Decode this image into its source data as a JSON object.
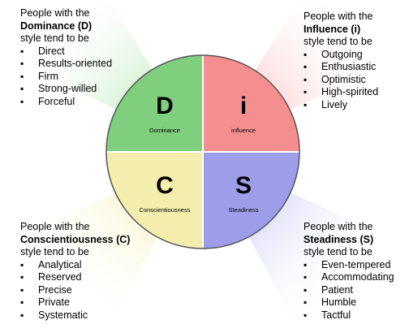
{
  "colors": {
    "dominance": "#7fcf7f",
    "influence": "#f58f8f",
    "conscientiousness": "#f3eeae",
    "steadiness": "#9d9de9",
    "circle_outline": "#555555"
  },
  "quadrants": {
    "d": {
      "letter": "D",
      "label": "Dominance"
    },
    "i": {
      "letter": "i",
      "label": "influence"
    },
    "c": {
      "letter": "C",
      "label": "Conscientiousness"
    },
    "s": {
      "letter": "S",
      "label": "Steadiness"
    }
  },
  "blocks": {
    "d": {
      "line1": "People with the",
      "style_name": "Dominance (D)",
      "line3": "style tend to be",
      "traits": [
        "Direct",
        "Results-oriented",
        "Firm",
        "Strong-willed",
        "Forceful"
      ]
    },
    "i": {
      "line1": "People with the",
      "style_name": "Influence (i)",
      "line3": "style tend to be",
      "traits": [
        "Outgoing",
        "Enthusiastic",
        "Optimistic",
        "High-spirited",
        "Lively"
      ]
    },
    "c": {
      "line1": "People with the",
      "style_name": "Conscientiousness (C)",
      "line3": "style tend to be",
      "traits": [
        "Analytical",
        "Reserved",
        "Precise",
        "Private",
        "Systematic"
      ]
    },
    "s": {
      "line1": "People with the",
      "style_name": "Steadiness (S)",
      "line3": "style tend to be",
      "traits": [
        "Even-tempered",
        "Accommodating",
        "Patient",
        "Humble",
        "Tactful"
      ]
    }
  }
}
